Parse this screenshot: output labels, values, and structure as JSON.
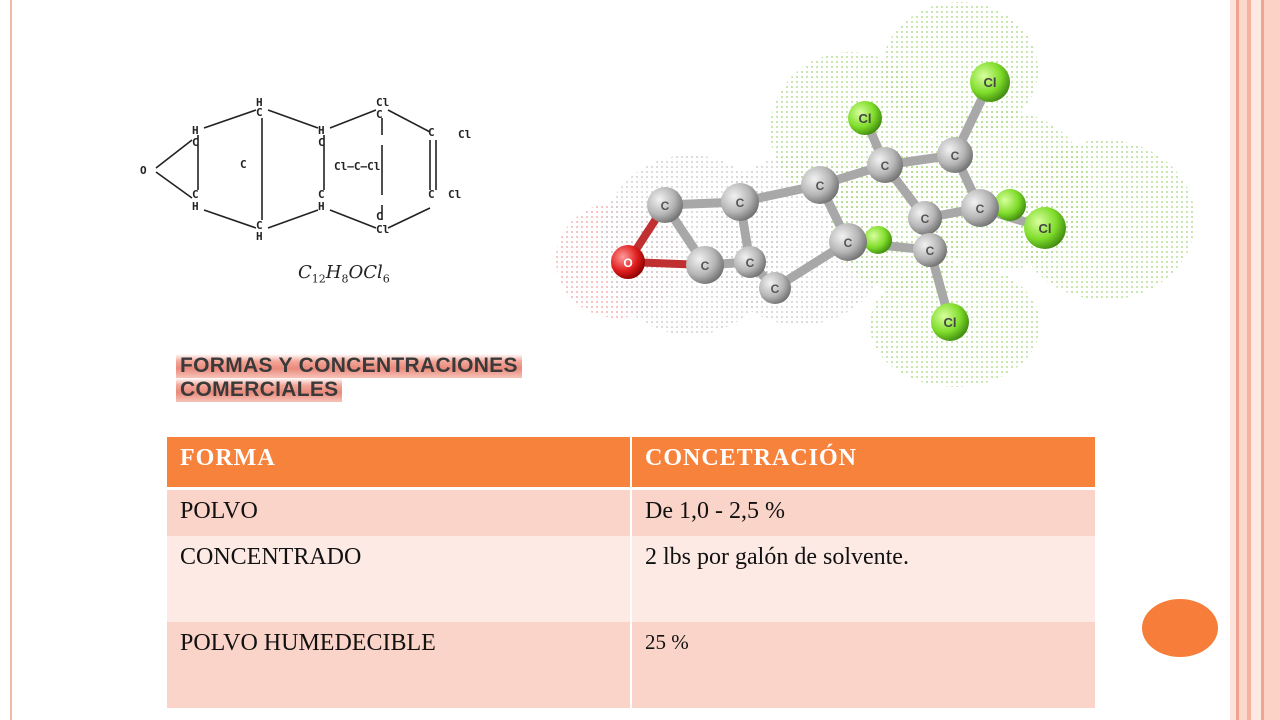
{
  "formula": {
    "atoms": {
      "h": "H",
      "cl": "Cl",
      "c": "C",
      "o": "O",
      "ccl_center": "Cl—C—Cl"
    },
    "caption_parts": [
      {
        "el": "C",
        "n": "12"
      },
      {
        "el": "H",
        "n": "8"
      },
      {
        "el": "OCl",
        "n": "6"
      }
    ]
  },
  "molecule": {
    "atom_labels": {
      "c": "C",
      "cl": "Cl",
      "o": "O"
    },
    "colors": {
      "carbon": "#b5b5b5",
      "chlorine": "#7fdc2a",
      "oxygen": "#e01e1e"
    }
  },
  "section_title": {
    "line1": "FORMAS Y CONCENTRACIONES",
    "line2": "COMERCIALES"
  },
  "table": {
    "headers": [
      "FORMA",
      "CONCETRACIÓN"
    ],
    "rows": [
      [
        "POLVO",
        "De 1,0 - 2,5 %"
      ],
      [
        "CONCENTRADO",
        "2 lbs por galón de solvente."
      ],
      [
        "POLVO HUMEDECIBLE",
        "25 %"
      ]
    ]
  },
  "colors": {
    "header_bg": "#f7823c",
    "row_odd_bg": "#fbd4c9",
    "row_even_bg": "#fdeae4",
    "accent_dot": "#f77d3a"
  }
}
